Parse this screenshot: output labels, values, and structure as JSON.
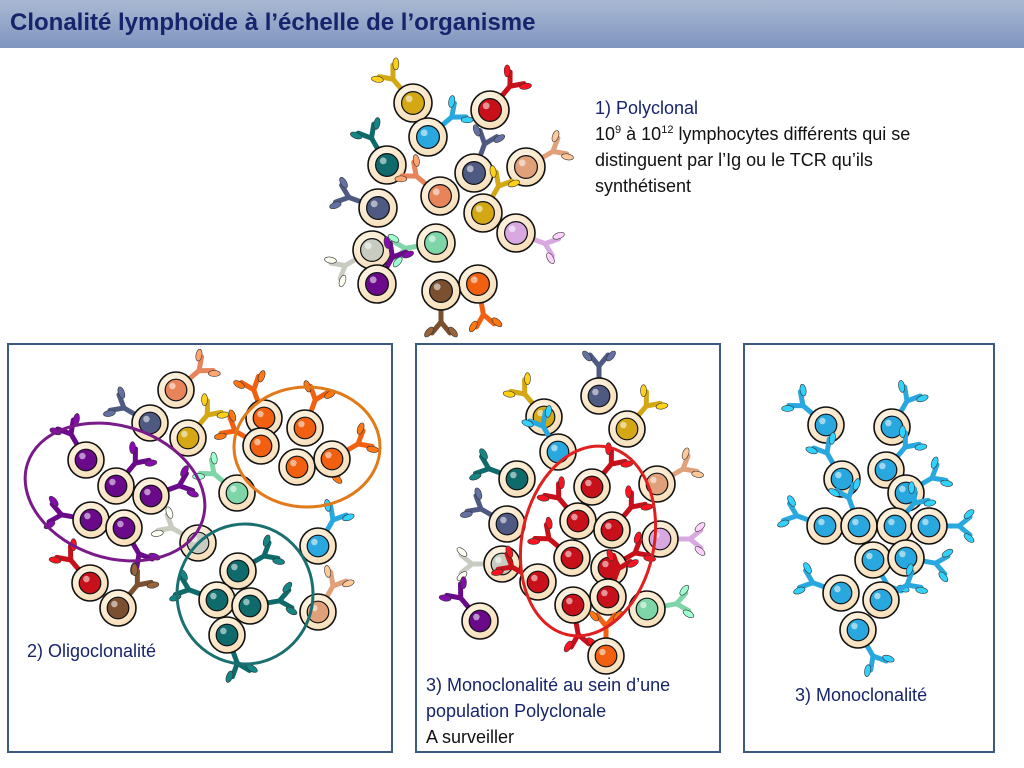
{
  "title": "Clonalité lymphoïde à l’échelle de l’organisme",
  "polyclonal": {
    "heading": "1) Polyclonal",
    "count_base1": "10",
    "count_exp1": "9",
    "count_mid": " à ",
    "count_base2": "10",
    "count_exp2": "12",
    "line1_rest": " lymphocytes différents qui se",
    "line2": "distinguent par  l’Ig ou le TCR qu’ils",
    "line3": "synthétisent"
  },
  "panels": {
    "oligo_label": "2) Oligoclonalité",
    "mono_in_poly_line1": "3) Monoclonalité au sein d’une",
    "mono_in_poly_line2": "population Polyclonale",
    "mono_in_poly_line3": "A surveiller",
    "mono_label": "3) Monoclonalité"
  },
  "colors": {
    "title_text": "#17246b",
    "panel_border": "#3b5a82",
    "cell_membrane": "#fbe9cf",
    "oligo_purple_circle": "#7a1a8a",
    "oligo_orange_circle": "#e07a1a",
    "oligo_teal_circle": "#1a7070",
    "mono_red_circle": "#e02020"
  }
}
